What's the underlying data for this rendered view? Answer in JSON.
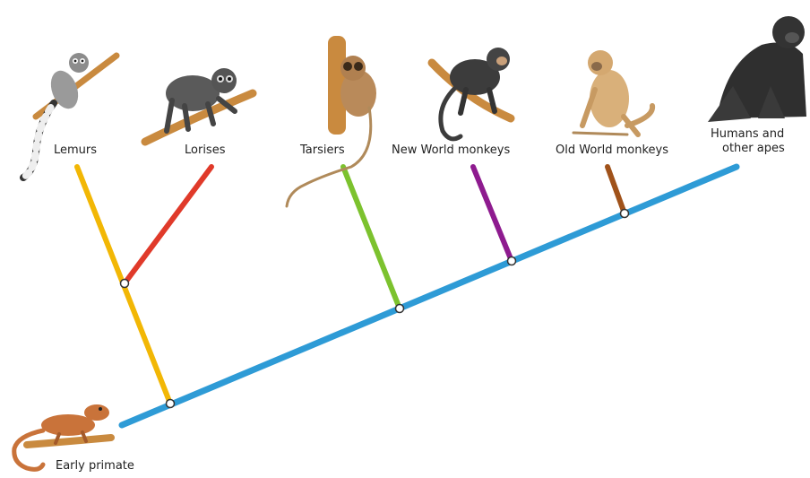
{
  "labels": {
    "lemurs": "Lemurs",
    "lorises": "Lorises",
    "tarsiers": "Tarsiers",
    "new_world": "New World monkeys",
    "old_world": "Old World monkeys",
    "humans_line1": "Humans and",
    "humans_line2": "other apes",
    "early": "Early primate"
  },
  "colors": {
    "trunk": "#2e9bd6",
    "lemurs": "#f2b705",
    "lorises": "#e03a2a",
    "tarsiers": "#7cc22e",
    "new_world": "#8e1b8f",
    "old_world": "#a0521a",
    "node_fill": "#ffffff",
    "node_stroke": "#333333"
  },
  "icons": [
    "lemur-icon",
    "loris-icon",
    "tarsier-icon",
    "new-world-monkey-icon",
    "old-world-monkey-icon",
    "gorilla-icon",
    "early-primate-icon"
  ]
}
